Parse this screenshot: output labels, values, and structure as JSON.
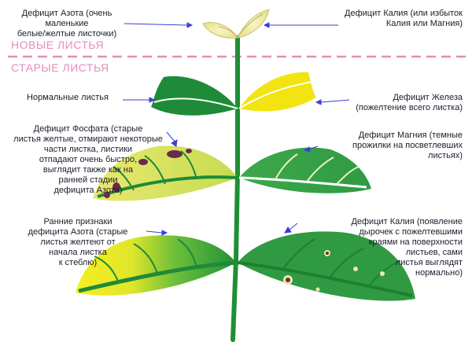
{
  "sections": {
    "new_leaves": "НОВЫЕ ЛИСТЬЯ",
    "old_leaves": "СТАРЫЕ ЛИСТЬЯ"
  },
  "labels": {
    "nitrogen_top": "Дефицит Азота (очень маленькие\nбелые/желтые листочки)",
    "potassium_top": "Дефицит Калия (или избыток\nКалия или Магния)",
    "normal": "Нормальные листья",
    "iron": "Дефицит Железа\n(пожелтение всего листка)",
    "phosphate": "Дефицит Фосфата (старые\nлистья желтые, отмирают некоторые\nчасти листка, листики\nотпадают очень быстро,\nвыглядит также как на\nранней стадии\nдефицита Азота)",
    "magnesium": "Дефицит Магния (темные\nпрожилки на посветлевших\nлистьях)",
    "nitrogen_early": "Ранние признаки\nдефицита Азота (старые\nлистья желтеют от\nначала листка\nк стеблю)",
    "potassium_bottom": "Дефицит Калия (появление\nдырочек с пожелтевшими\nкраями на поверхности\nлистьев, сами\nлистья выглядят\nнормально)"
  },
  "colors": {
    "accent_pink": "#e58db9",
    "arrow": "#3a3fd6",
    "leaf_green": "#1f8f3a",
    "leaf_yellow": "#f2e411",
    "stem_green": "#1e8f34"
  }
}
